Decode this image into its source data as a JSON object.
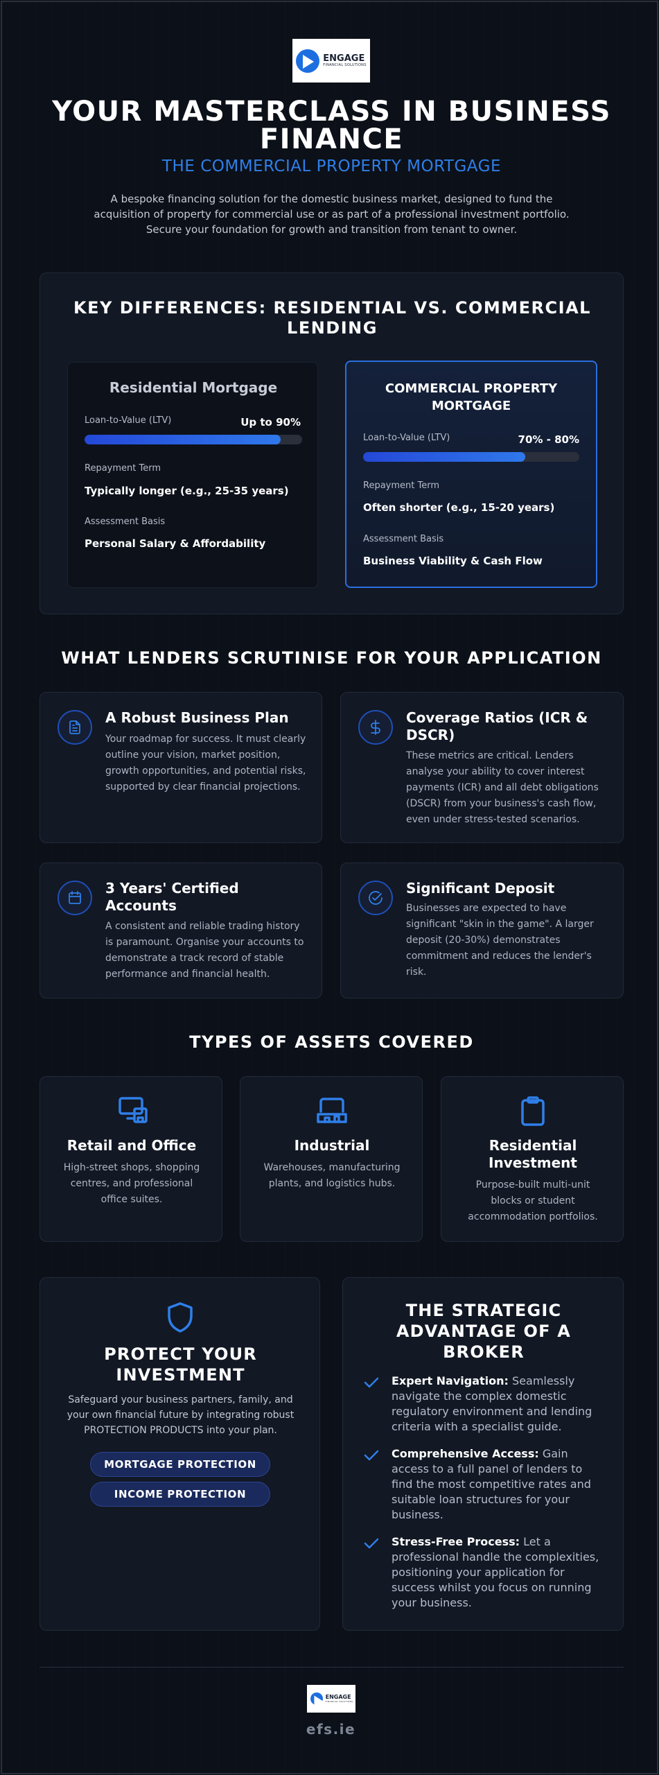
{
  "brand": {
    "logo_word": "ENGAGE",
    "logo_sub": "FINANCIAL SOLUTIONS",
    "accent": "#2f7fe8",
    "background": "#0c1018"
  },
  "header": {
    "title": "YOUR MASTERCLASS IN BUSINESS FINANCE",
    "subtitle": "THE COMMERCIAL PROPERTY MORTGAGE",
    "intro": "A bespoke financing solution for the domestic business market, designed to fund the acquisition of property for commercial use or as part of a professional investment portfolio. Secure your foundation for growth and transition from tenant to owner."
  },
  "differences": {
    "title": "KEY DIFFERENCES: RESIDENTIAL VS. COMMERCIAL LENDING",
    "residential": {
      "heading": "Residential Mortgage",
      "ltv_label": "Loan-to-Value (LTV)",
      "ltv_value": "Up to 90%",
      "ltv_fill": 0.9,
      "term_label": "Repayment Term",
      "term_value": "Typically longer (e.g., 25-35 years)",
      "basis_label": "Assessment Basis",
      "basis_value": "Personal Salary & Affordability"
    },
    "commercial": {
      "heading": "COMMERCIAL PROPERTY MORTGAGE",
      "ltv_label": "Loan-to-Value (LTV)",
      "ltv_value": "70% - 80%",
      "ltv_fill": 0.75,
      "term_label": "Repayment Term",
      "term_value": "Often shorter (e.g., 15-20 years)",
      "basis_label": "Assessment Basis",
      "basis_value": "Business Viability & Cash Flow"
    }
  },
  "scrutiny": {
    "title": "WHAT LENDERS SCRUTINISE FOR YOUR APPLICATION",
    "cards": [
      {
        "icon": "document-icon",
        "title": "A Robust Business Plan",
        "body": "Your roadmap for success. It must clearly outline your vision, market position, growth opportunities, and potential risks, supported by clear financial projections."
      },
      {
        "icon": "dollar-icon",
        "title": "Coverage Ratios (ICR & DSCR)",
        "body": "These metrics are critical. Lenders analyse your ability to cover interest payments (ICR) and all debt obligations (DSCR) from your business's cash flow, even under stress-tested scenarios."
      },
      {
        "icon": "calendar-icon",
        "title": "3 Years' Certified Accounts",
        "body": "A consistent and reliable trading history is paramount. Organise your accounts to demonstrate a track record of stable performance and financial health."
      },
      {
        "icon": "check-circle-icon",
        "title": "Significant Deposit",
        "body": "Businesses are expected to have significant \"skin in the game\". A larger deposit (20-30%) demonstrates commitment and reduces the lender's risk."
      }
    ]
  },
  "assets": {
    "title": "TYPES OF ASSETS COVERED",
    "items": [
      {
        "icon": "storefront-icon",
        "title": "Retail and Office",
        "body": "High-street shops, shopping centres, and professional office suites."
      },
      {
        "icon": "warehouse-icon",
        "title": "Industrial",
        "body": "Warehouses, manufacturing plants, and logistics hubs."
      },
      {
        "icon": "clipboard-icon",
        "title": "Residential Investment",
        "body": "Purpose-built multi-unit blocks or student accommodation portfolios."
      }
    ]
  },
  "protect": {
    "icon": "shield-icon",
    "title": "PROTECT YOUR INVESTMENT",
    "body": "Safeguard your business partners, family, and your own financial future by integrating robust PROTECTION PRODUCTS into your plan.",
    "pills": [
      "MORTGAGE PROTECTION",
      "INCOME PROTECTION"
    ]
  },
  "broker": {
    "title": "THE STRATEGIC ADVANTAGE OF A BROKER",
    "items": [
      {
        "title": "Expert Navigation:",
        "text": "Seamlessly navigate the complex domestic regulatory environment and lending criteria with a specialist guide."
      },
      {
        "title": "Comprehensive Access:",
        "text": "Gain access to a full panel of lenders to find the most competitive rates and suitable loan structures for your business."
      },
      {
        "title": "Stress-Free Process:",
        "text": "Let a professional handle the complexities, positioning your application for success whilst you focus on running your business."
      }
    ]
  },
  "footer": {
    "domain": "efs.ie"
  }
}
